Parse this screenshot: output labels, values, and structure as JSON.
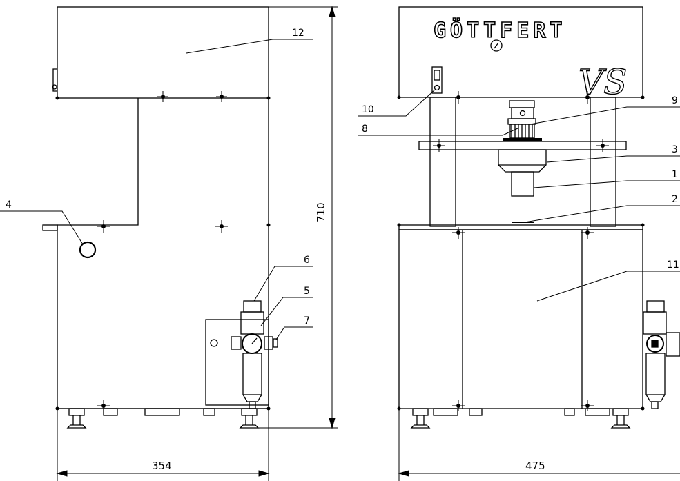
{
  "dimensions": {
    "height": "710",
    "width_side": "354",
    "width_front": "475"
  },
  "branding": {
    "manufacturer": "GÖTTFERT",
    "model": "VS"
  },
  "callouts": {
    "side_view": [
      "12",
      "4",
      "6",
      "5",
      "7"
    ],
    "front_view": [
      "10",
      "8",
      "9",
      "3",
      "1",
      "2",
      "11"
    ]
  }
}
